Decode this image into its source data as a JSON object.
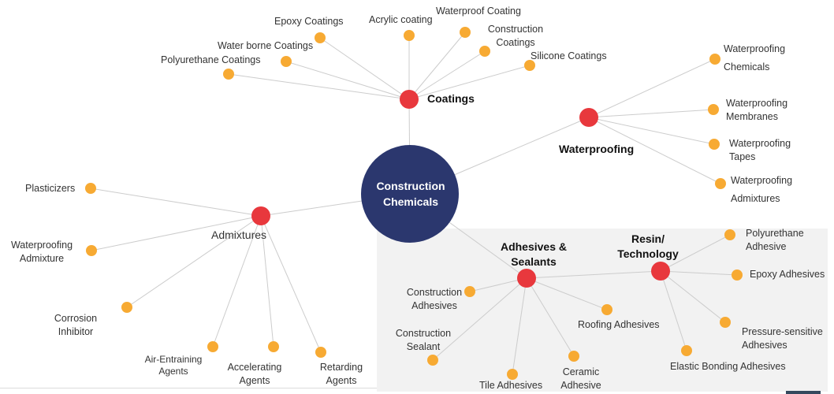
{
  "diagram": {
    "title": "Construction Chemicals",
    "colors": {
      "root": "#2b376e",
      "category": "#e8383d",
      "leaf": "#f7aa33",
      "edge": "#cccccc",
      "panel": "#f2f2f2"
    },
    "root": {
      "label_line1": "Construction",
      "label_line2": "Chemicals"
    },
    "categories": {
      "coatings": {
        "label": "Coatings",
        "children": [
          "Epoxy Coatings",
          "Acrylic coating",
          "Waterproof Coating",
          "Water borne Coatings",
          "Polyurethane Coatings",
          "Construction Coatings",
          "Silicone Coatings"
        ]
      },
      "waterproofing": {
        "label": "Waterproofing",
        "children": [
          "Waterproofing Chemicals",
          "Waterproofing Membranes",
          "Waterproofing Tapes",
          "Waterproofing Admixtures"
        ]
      },
      "admixtures": {
        "label": "Admixtures",
        "children": [
          "Plasticizers",
          "Waterproofing Admixture",
          "Corrosion Inhibitor",
          "Air-Entraining Agents",
          "Accelerating Agents",
          "Retarding Agents"
        ]
      },
      "adhesives": {
        "label_line1": "Adhesives &",
        "label_line2": "Sealants",
        "children": [
          "Construction Adhesives",
          "Construction Sealant",
          "Tile Adhesives",
          "Ceramic Adhesive",
          "Roofing Adhesives"
        ]
      },
      "resin": {
        "label_line1": "Resin/",
        "label_line2": "Technology",
        "children": [
          "Polyurethane Adhesive",
          "Epoxy Adhesives",
          "Pressure-sensitive Adhesives",
          "Elastic Bonding Adhesives"
        ]
      }
    },
    "labels": {
      "epoxy_coatings": "Epoxy Coatings",
      "acrylic_coating": "Acrylic coating",
      "waterproof_coating": "Waterproof Coating",
      "water_borne_coatings": "Water borne Coatings",
      "polyurethane_coatings": "Polyurethane Coatings",
      "construction_coatings_1": "Construction",
      "construction_coatings_2": "Coatings",
      "silicone_coatings": "Silicone Coatings",
      "wp_chemicals_1": "Waterproofing",
      "wp_chemicals_2": "Chemicals",
      "wp_membranes_1": "Waterproofing",
      "wp_membranes_2": "Membranes",
      "wp_tapes_1": "Waterproofing",
      "wp_tapes_2": "Tapes",
      "wp_admixtures_1": "Waterproofing",
      "wp_admixtures_2": "Admixtures",
      "plasticizers": "Plasticizers",
      "wp_admixture_1": "Waterproofing",
      "wp_admixture_2": "Admixture",
      "corrosion_1": "Corrosion",
      "corrosion_2": "Inhibitor",
      "air_1": "Air-Entraining",
      "air_2": "Agents",
      "accel_1": "Accelerating",
      "accel_2": "Agents",
      "retard_1": "Retarding",
      "retard_2": "Agents",
      "cons_adh_1": "Construction",
      "cons_adh_2": "Adhesives",
      "cons_seal_1": "Construction",
      "cons_seal_2": "Sealant",
      "tile_adhesives": "Tile Adhesives",
      "ceramic_1": "Ceramic",
      "ceramic_2": "Adhesive",
      "roofing_adhesives": "Roofing Adhesives",
      "pu_adh_1": "Polyurethane",
      "pu_adh_2": "Adhesive",
      "epoxy_adhesives": "Epoxy Adhesives",
      "psa_1": "Pressure-sensitive",
      "psa_2": "Adhesives",
      "elastic_bonding": "Elastic Bonding Adhesives"
    }
  }
}
